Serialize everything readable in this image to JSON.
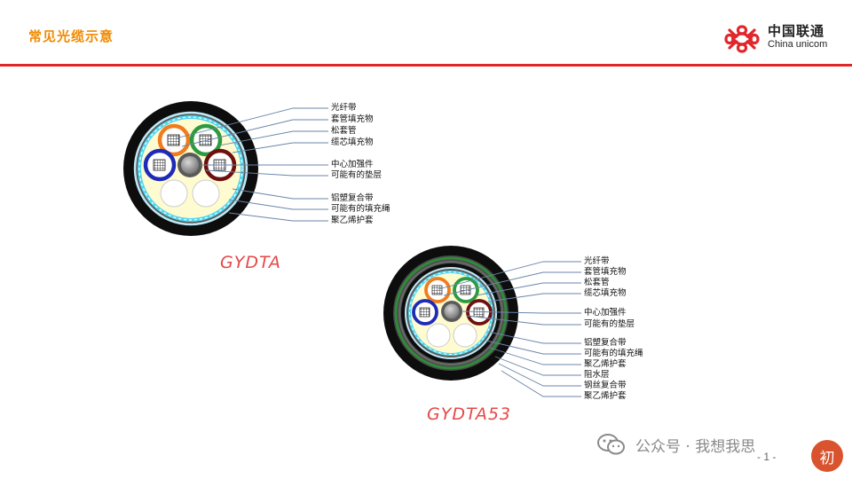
{
  "header": {
    "title": "常见光缆示意",
    "rule_color": "#e1262b",
    "title_color": "#f08a00"
  },
  "logo": {
    "icon": "china-unicom-knot-icon",
    "name_cn": "中国联通",
    "name_en": "China unicom"
  },
  "cables": [
    {
      "model": "GYDTA",
      "labels": [
        "光纤带",
        "套管填充物",
        "松套管",
        "缆芯填充物",
        "中心加强件",
        "可能有的垫层",
        "铝塑复合带",
        "可能有的填充绳",
        "聚乙烯护套"
      ]
    },
    {
      "model": "GYDTA53",
      "labels": [
        "光纤带",
        "套管填充物",
        "松套管",
        "缆芯填充物",
        "中心加强件",
        "可能有的垫层",
        "铝塑复合带",
        "可能有的填充绳",
        "聚乙烯护套",
        "阻水层",
        "钢丝复合带",
        "聚乙烯护套"
      ]
    }
  ],
  "footer": {
    "page_number": "- 1 -",
    "watermark_text": "公众号 · 我想我思",
    "watermark_icon": "wechat-icon",
    "badge_text": "初"
  }
}
